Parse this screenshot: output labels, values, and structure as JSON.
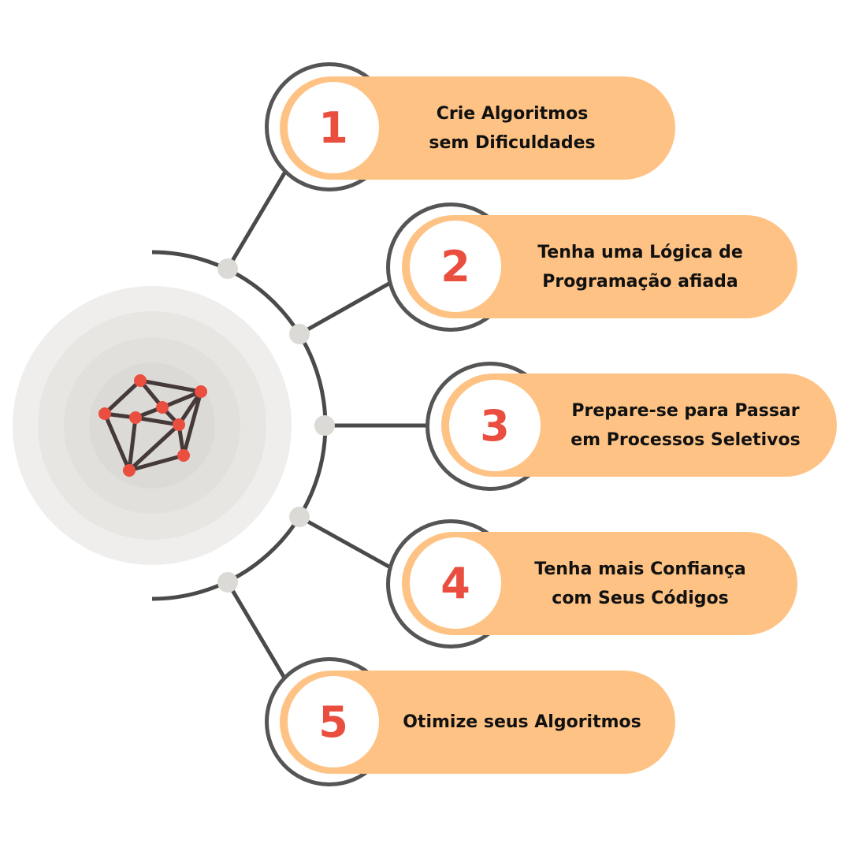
{
  "colors": {
    "accent": "#fec384",
    "number": "#e94e3f",
    "line": "#4a4a4a",
    "node": "#e94e3f"
  },
  "center_icon": "network-graph-icon",
  "items": [
    {
      "number": "1",
      "label": "Crie Algoritmos\nsem Dificuldades"
    },
    {
      "number": "2",
      "label": "Tenha uma Lógica de\nProgramação afiada"
    },
    {
      "number": "3",
      "label": "Prepare-se para Passar\nem Processos Seletivos"
    },
    {
      "number": "4",
      "label": "Tenha mais Confiança\ncom Seus Códigos"
    },
    {
      "number": "5",
      "label": "Otimize seus Algoritmos"
    }
  ]
}
